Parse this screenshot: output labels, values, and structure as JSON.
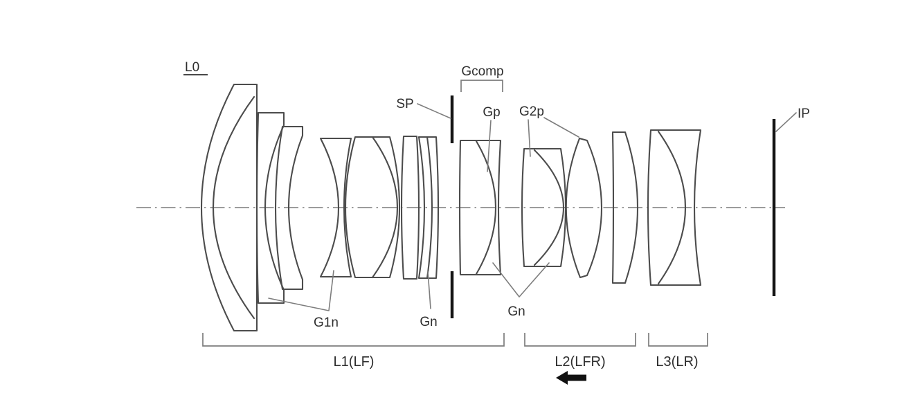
{
  "diagram": {
    "type": "optical lens cross-section (patent figure)",
    "labels": {
      "system": "L0",
      "compensator_group": "Gcomp",
      "aperture_stop": "SP",
      "positive_element": "Gp",
      "group2_positive_element": "G2p",
      "image_plane": "IP",
      "group1_negative_element": "G1n",
      "negative_element_center": "Gn",
      "negative_element_right": "Gn",
      "group1_bracket": "L1(LF)",
      "group2_bracket": "L2(LFR)",
      "group3_bracket": "L3(LR)"
    },
    "icons": {
      "movement_arrow": "left-arrow"
    },
    "colors": {
      "line": "#4c4c4c",
      "annotation": "#7d7d7d",
      "text": "#2e2e2e",
      "stop_and_image_plane": "#151515",
      "background": "#ffffff"
    }
  }
}
